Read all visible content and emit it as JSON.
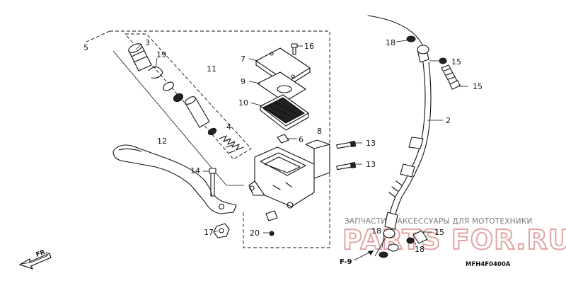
{
  "watermark": {
    "tagline": "ЗАПЧАСТИ И АКСЕССУАРЫ ДЛЯ МОТОТЕХНИКИ",
    "brand": "PARTS FOR.RU"
  },
  "diagram_code": "MFH4F0400A",
  "reference_label": "F-9",
  "direction_label": "FR.",
  "callouts": {
    "c5": "5",
    "c3": "3",
    "c19": "19",
    "c11": "11",
    "c4": "4",
    "c12": "12",
    "c14": "14",
    "c17": "17",
    "c7": "7",
    "c16": "16",
    "c9": "9",
    "c10": "10",
    "c8": "8",
    "c6": "6",
    "c13a": "13",
    "c13b": "13",
    "c20": "20",
    "c18a": "18",
    "c15a": "15",
    "c15b": "15",
    "c2": "2",
    "c18b": "18",
    "c15c": "15",
    "c18c": "18"
  }
}
